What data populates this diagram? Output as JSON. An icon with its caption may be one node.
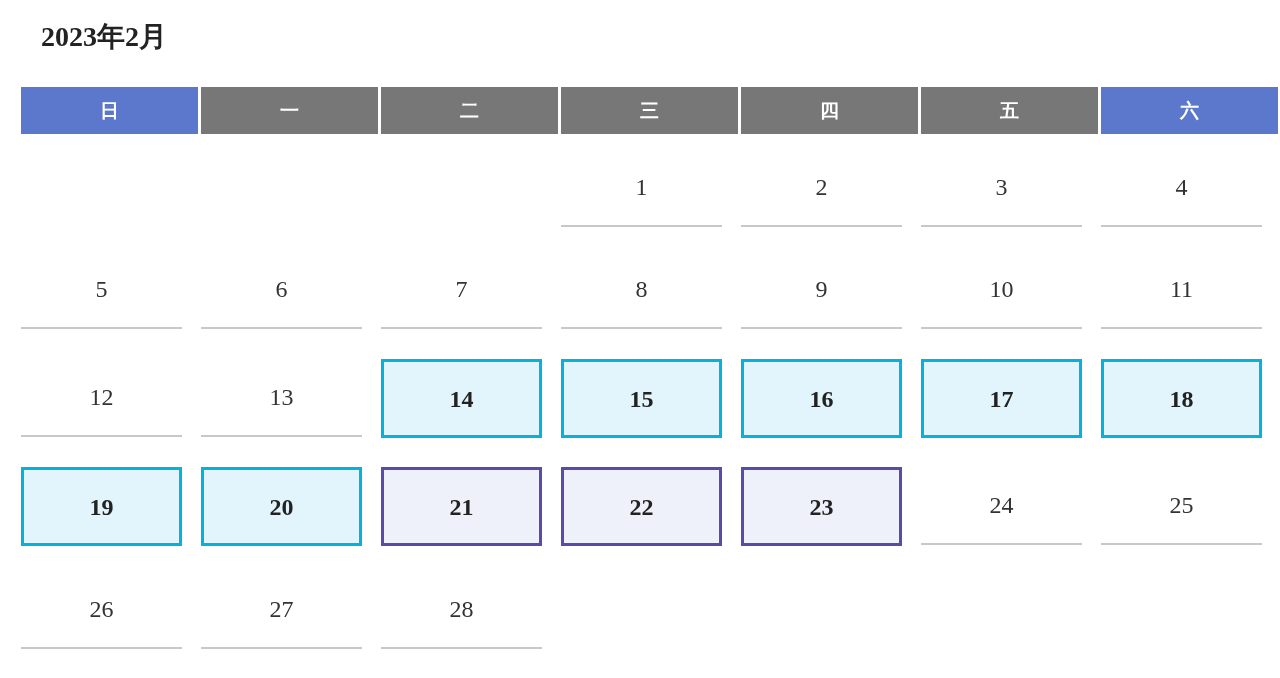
{
  "diagram": {
    "title": "2023年2月",
    "nodes": [
      {
        "text": [
          "日"
        ]
      },
      {
        "text": [
          "一"
        ]
      },
      {
        "text": [
          "二"
        ]
      },
      {
        "text": [
          "三"
        ]
      },
      {
        "text": [
          "四"
        ]
      },
      {
        "text": [
          "五"
        ]
      },
      {
        "text": [
          "六"
        ]
      },
      {
        "text": [
          "14"
        ]
      },
      {
        "text": [
          "15"
        ]
      },
      {
        "text": [
          "16"
        ]
      },
      {
        "text": [
          "17"
        ]
      },
      {
        "text": [
          "18"
        ]
      },
      {
        "text": [
          "19"
        ]
      },
      {
        "text": [
          "20"
        ]
      },
      {
        "text": [
          "21"
        ]
      },
      {
        "text": [
          "22"
        ]
      },
      {
        "text": [
          "23"
        ]
      }
    ],
    "labels": [
      "1",
      "2",
      "3",
      "4",
      "5",
      "6",
      "7",
      "8",
      "9",
      "10",
      "11",
      "12",
      "13",
      "24",
      "25",
      "26",
      "27",
      "28"
    ]
  }
}
